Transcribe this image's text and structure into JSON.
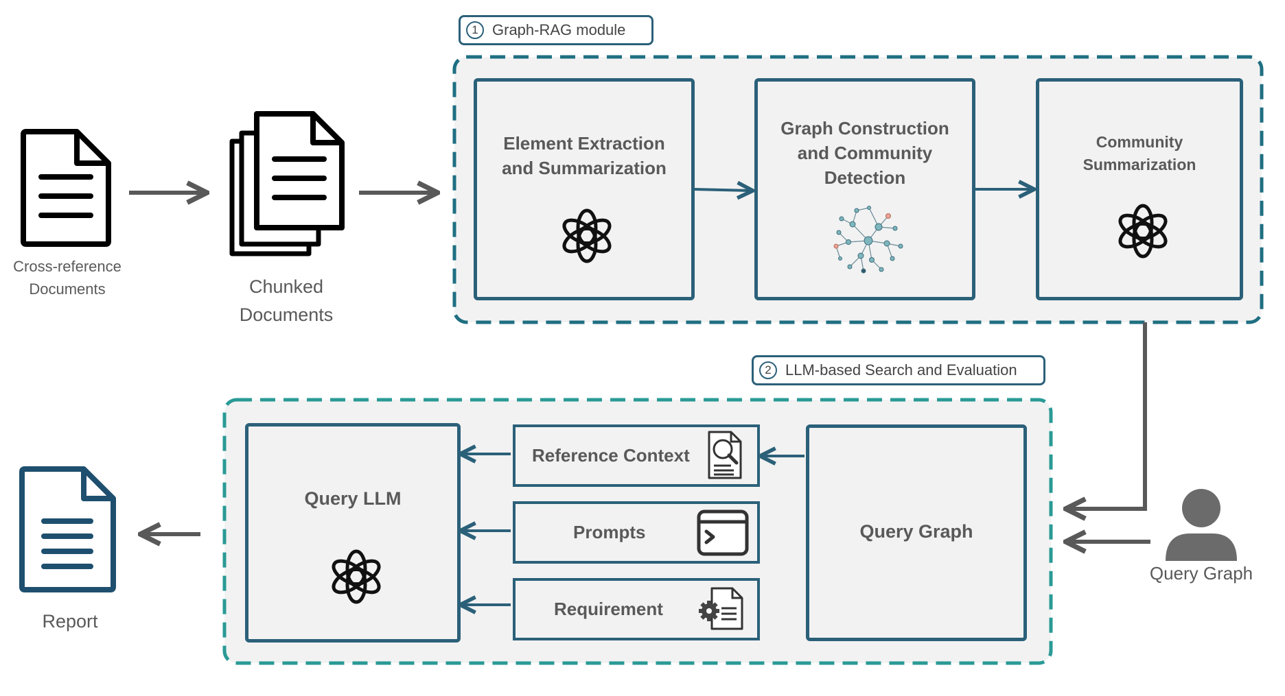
{
  "inputs": {
    "cross_reference": [
      "Cross-reference",
      "Documents"
    ],
    "chunked": [
      "Chunked",
      "Documents"
    ]
  },
  "module1": {
    "number": "1",
    "title": "Graph-RAG module",
    "boxes": [
      [
        "Element Extraction",
        "and Summarization"
      ],
      [
        "Graph Construction",
        "and Community",
        "Detection"
      ],
      [
        "Community",
        "Summarization"
      ]
    ]
  },
  "module2": {
    "number": "2",
    "title": "LLM-based Search and Evaluation",
    "query_llm": "Query LLM",
    "query_graph_box": "Query Graph",
    "inputs": [
      "Reference Context",
      "Prompts",
      "Requirement"
    ]
  },
  "user_label": "Query Graph",
  "report_label": "Report",
  "icons": [
    "document-icon",
    "stacked-documents-icon",
    "openai-logo-icon",
    "network-graph-icon",
    "search-document-icon",
    "terminal-window-icon",
    "settings-document-icon",
    "user-icon"
  ],
  "colors": {
    "teal_dark": "#2b6079",
    "teal_dash": "#1f6f82",
    "teal_dash_2": "#2a9a96",
    "gray_arrow": "#595959",
    "report_blue": "#1e4f6e"
  }
}
